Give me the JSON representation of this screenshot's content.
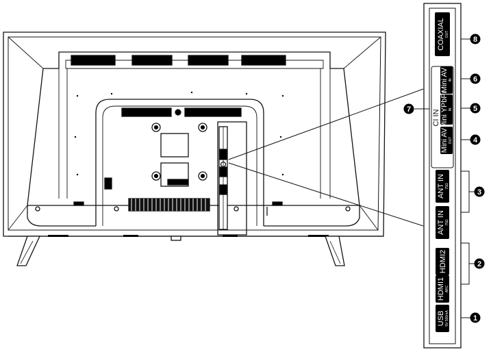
{
  "ports": {
    "usb": {
      "label": "USB",
      "sub": "5V 500mA"
    },
    "hdmi1": {
      "label": "HDMI1",
      "sub": "ARC"
    },
    "hdmi2": {
      "label": "HDMI2"
    },
    "ant_in_1": {
      "label": "ANT IN",
      "sub": "75Ω"
    },
    "ant_in_2": {
      "label": "ANT IN",
      "sub": "75Ω"
    },
    "mini_av_out": {
      "label": "Mini AV",
      "sub": "OUT"
    },
    "mini_ypbpr_in": {
      "label": "Mini YPbPr",
      "sub": "IN"
    },
    "mini_av_in": {
      "label": "Mini AV",
      "sub": "IN"
    },
    "ci_in": {
      "label": "CI IN"
    },
    "coaxial": {
      "label": "COAXIAL",
      "sub": "OUT"
    }
  },
  "callouts": [
    "1",
    "2",
    "3",
    "4",
    "5",
    "6",
    "7",
    "8"
  ]
}
